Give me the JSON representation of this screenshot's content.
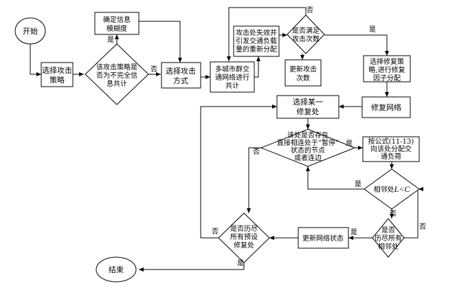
{
  "nodes": {
    "start": "开始",
    "select_attack_strategy": [
      "选择攻击",
      "策略"
    ],
    "incomplete_info_decision": [
      "该攻击策略是",
      "否为不完全信",
      "息共计"
    ],
    "confirm_fuzziness": [
      "确定信息",
      "模糊度"
    ],
    "select_attack_method": [
      "选择攻击",
      "方式"
    ],
    "multicity_collaboration": [
      "多城市群交",
      "通网络进行",
      "共计"
    ],
    "cascade_failure": [
      "攻击处失效并",
      "引发交通负载",
      "量的重新分配"
    ],
    "attack_count_decision": [
      "是否满足",
      "攻击次数"
    ],
    "update_attack_count": [
      "更新攻击",
      "次数"
    ],
    "select_repair_strategy": [
      "选择修复策",
      "略,进行修复",
      "因子分配"
    ],
    "repair_network": "修复网络",
    "select_repair_point": [
      "选择某一",
      "修复处"
    ],
    "stalled_neighbor_decision": [
      "该处是否存在",
      "直接相连处于“暂停”",
      "状态的节点",
      "或者连边"
    ],
    "formula_allocation": [
      "按公式(11-13)",
      "向该处分配交",
      "通负荷"
    ],
    "neighbor_decision": {
      "prefix": "相邻处",
      "math": "L<C"
    },
    "all_neighbors_decision": [
      "是否",
      "历尽所有",
      "相邻处"
    ],
    "update_network_state": "更新网络状态",
    "all_preset_points_decision": [
      "是否历尽",
      "所有预设",
      "修复处"
    ],
    "end": "结束"
  },
  "edge_labels": {
    "d1_yes": "是",
    "d1_no": "否",
    "d2_no": "否",
    "d2_yes": "是",
    "d3_yes": "是",
    "d3_no": "否",
    "d4_yes": "是",
    "d4_no": "否",
    "d5_no": "否",
    "d5_yes": "是",
    "d6_no": "否",
    "d6_yes": "是"
  }
}
